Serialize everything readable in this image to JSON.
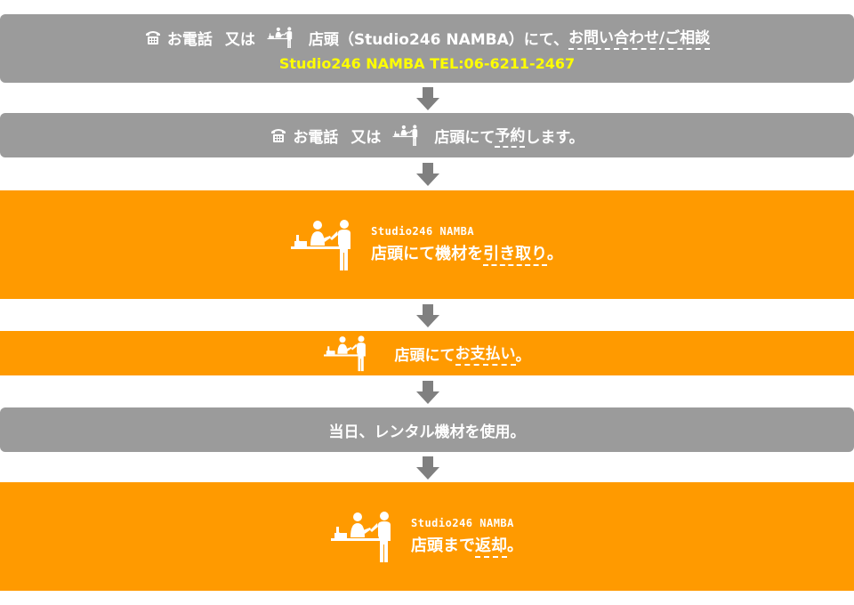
{
  "steps": {
    "step1": {
      "call": "お電話",
      "or": "又は",
      "store": "店頭（Studio246 NAMBA）にて、",
      "action": "お問い合わせ/ご相談",
      "tel": "Studio246 NAMBA TEL:06-6211-2467"
    },
    "step2": {
      "call": "お電話",
      "or": "又は",
      "store": "店頭にて",
      "action": "予約",
      "suffix": "します。"
    },
    "step3": {
      "kicker": "Studio246 NAMBA",
      "text_before": "店頭にて機材を",
      "action": "引き取り",
      "suffix": "。"
    },
    "step4": {
      "text_before": "店頭にて",
      "action": "お支払い",
      "suffix": "。"
    },
    "step5": {
      "text": "当日、レンタル機材を使用。"
    },
    "step6": {
      "kicker": "Studio246 NAMBA",
      "text_before": "店頭まで",
      "action": "返却",
      "suffix": "。"
    }
  },
  "colors": {
    "gray": "#9b9b9b",
    "orange": "#ff9a00",
    "arrow": "#808080",
    "highlight": "#ffff00"
  },
  "icons": {
    "phone": "phone-icon",
    "store": "store-counter-icon",
    "arrow": "arrow-down-icon"
  }
}
